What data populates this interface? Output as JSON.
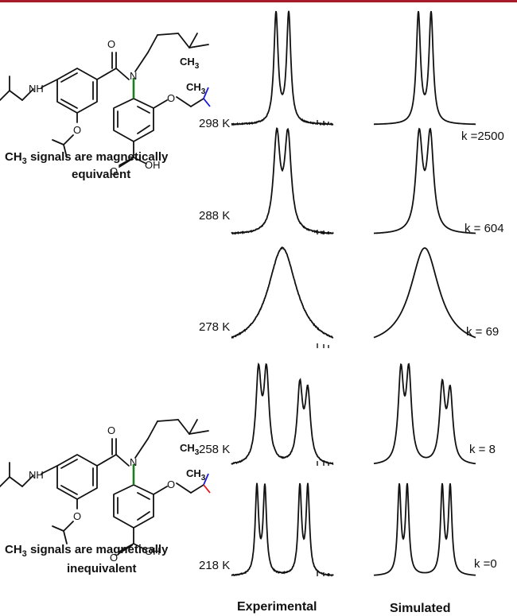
{
  "colors": {
    "blue": "#1a1adb",
    "red": "#e8141c",
    "green": "#1e7d1e",
    "line": "#111111",
    "topbar": "#a61c28"
  },
  "top_structure": {
    "atoms": {
      "amide_o": "O",
      "amide_n": "N",
      "nh": "NH",
      "ether_o1": "O",
      "ether_o2": "O",
      "acid_o": "O",
      "acid_oh": "OH",
      "me1": "CH",
      "me1_sub": "3",
      "me2": "CH",
      "me2_sub": "3"
    },
    "caption_line1": "CH",
    "caption_sub": "3",
    "caption_rest": " signals are magnetically",
    "caption_line2": "equivalent"
  },
  "bottom_structure": {
    "atoms": {
      "amide_o": "O",
      "amide_n": "N",
      "nh": "NH",
      "ether_o1": "O",
      "ether_o2": "O",
      "acid_o": "O",
      "acid_oh": "OH",
      "me1": "CH",
      "me1_sub": "3",
      "me2": "CH",
      "me2_sub": "3"
    },
    "caption_line1": "CH",
    "caption_sub": "3",
    "caption_rest": " signals are magnetically",
    "caption_line2": "inequivalent"
  },
  "spectra": {
    "column_headers": {
      "experimental": "Experimental",
      "simulated": "Simulated"
    },
    "rows": [
      {
        "temperature": "298 K",
        "rate": "k =2500",
        "shape": "close_doublet"
      },
      {
        "temperature": "288 K",
        "rate": "k = 604",
        "shape": "close_doublet"
      },
      {
        "temperature": "278 K",
        "rate": "k = 69",
        "shape": "single_broad"
      },
      {
        "temperature": "258 K",
        "rate": "k = 8",
        "shape": "two_doublets_broad"
      },
      {
        "temperature": "218 K",
        "rate": "k =0",
        "shape": "two_doublets_sharp"
      }
    ]
  }
}
